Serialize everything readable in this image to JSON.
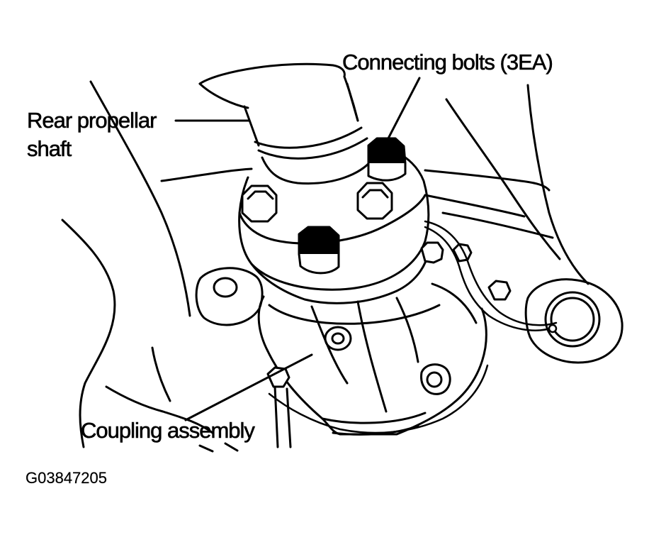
{
  "labels": {
    "connecting_bolts": "Connecting bolts (3EA)",
    "rear_propellar_line1": "Rear propellar",
    "rear_propellar_line2": "shaft",
    "coupling_assembly": "Coupling assembly",
    "figure_code": "G03847205"
  },
  "colors": {
    "ink": "#000000",
    "paper": "#ffffff"
  }
}
